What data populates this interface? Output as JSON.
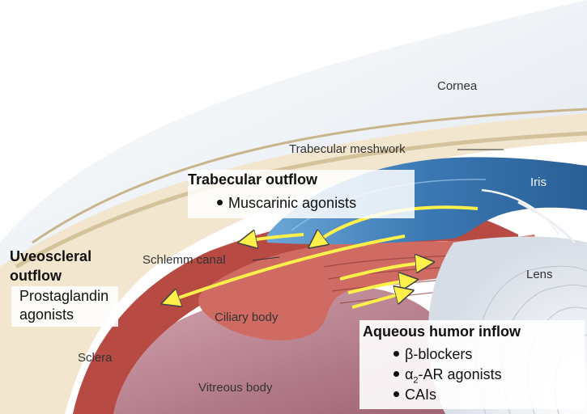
{
  "labels": {
    "cornea": "Cornea",
    "trabecular_meshwork": "Trabecular meshwork",
    "iris": "Iris",
    "lens": "Lens",
    "schlemm_canal": "Schlemm canal",
    "ciliary_body": "Ciliary body",
    "sclera": "Sclera",
    "vitreous_body": "Vitreous body"
  },
  "trabecular": {
    "heading": "Trabecular outflow",
    "drug": "Muscarinic agonists"
  },
  "uveoscleral": {
    "heading_line1": "Uveoscleral",
    "heading_line2": "outflow",
    "drug_line1": "Prostaglandin",
    "drug_line2": "agonists"
  },
  "inflow": {
    "heading": "Aqueous humor inflow",
    "drug1": "β-blockers",
    "drug2_prefix": "α",
    "drug2_sub": "2",
    "drug2_suffix": "-AR agonists",
    "drug3": "CAIs"
  },
  "colors": {
    "cornea": "#eef2f6",
    "sclera": "#f3e6cf",
    "ciliary_body": "#c9574f",
    "iris": "#3f7fb8",
    "vitreous": "#b77a8a",
    "lens": "#e9edf3",
    "arrow": "#fff14a"
  }
}
